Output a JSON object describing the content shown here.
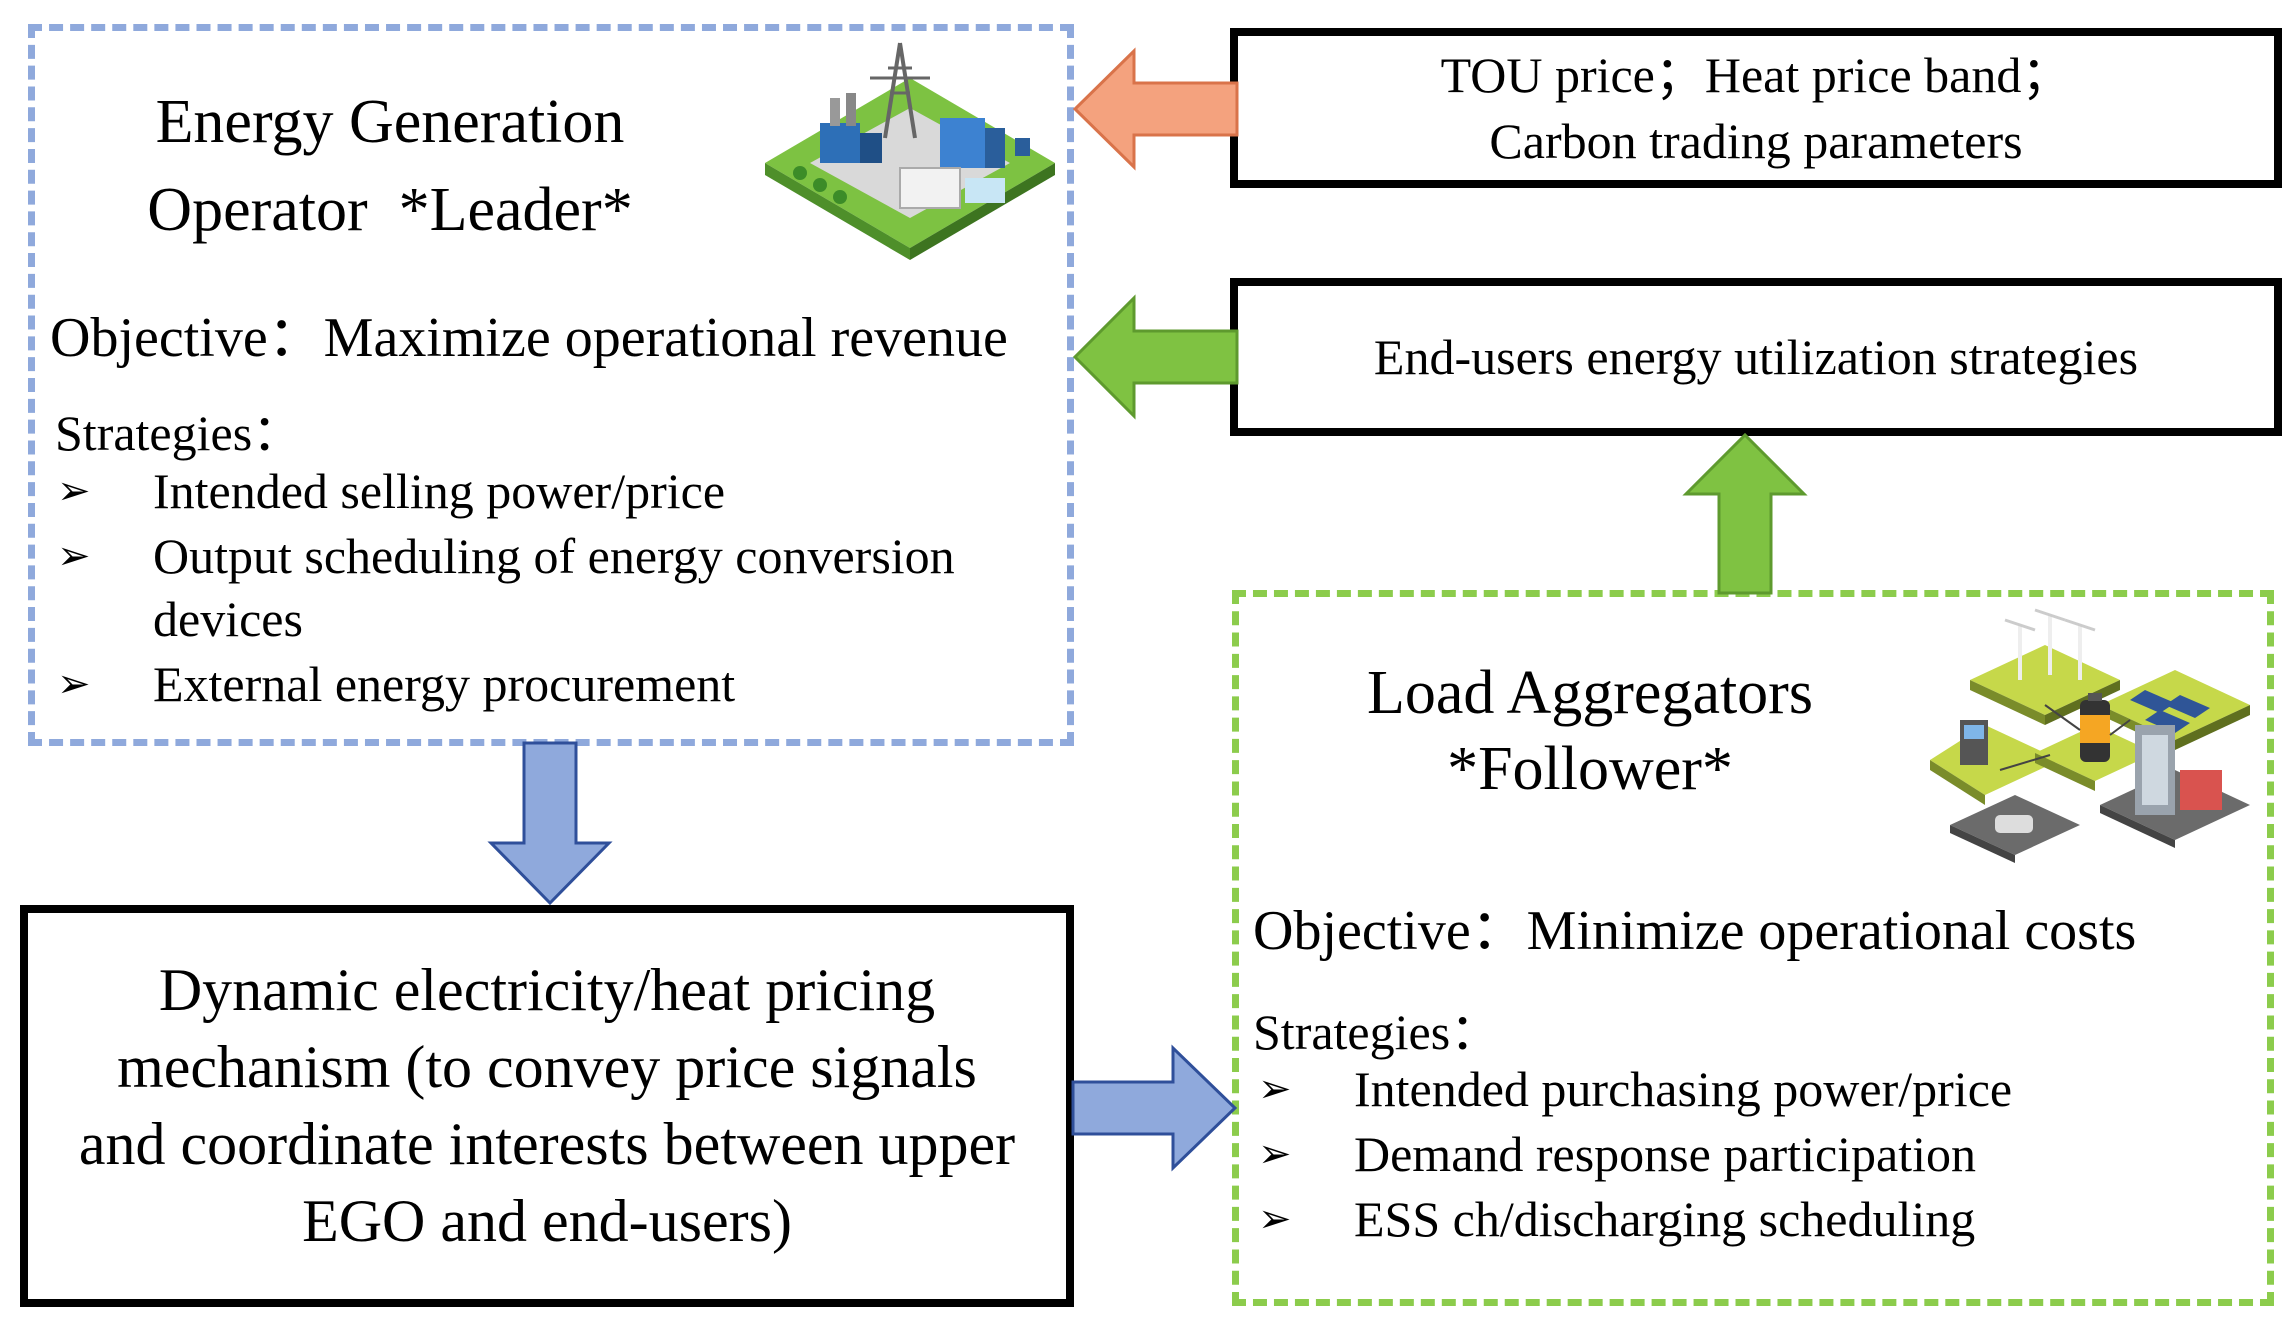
{
  "leader": {
    "title_line1": "Energy Generation",
    "title_line2": "Operator  *Leader*",
    "objective": "Objective：Maximize operational revenue",
    "strategies_heading": "Strategies：",
    "bullet_marker": "➢",
    "strategies": [
      "Intended selling power/price",
      "Output scheduling of energy conversion",
      "devices",
      "External energy procurement"
    ]
  },
  "follower": {
    "title_line1": "Load Aggregators",
    "title_line2": "*Follower*",
    "objective": "Objective：Minimize operational costs",
    "strategies_heading": "Strategies：",
    "bullet_marker": "➢",
    "strategies": [
      "Intended purchasing power/price",
      "Demand response participation",
      "ESS ch/discharging scheduling"
    ]
  },
  "price_box": {
    "line1": "TOU price；Heat price band；",
    "line2": "Carbon trading parameters"
  },
  "strategy_box": {
    "text": "End-users energy utilization strategies"
  },
  "mechanism_box": {
    "line1": "Dynamic electricity/heat pricing",
    "line2": "mechanism (to convey price signals",
    "line3": "and coordinate interests between upper",
    "line4": "EGO and end-users)"
  },
  "colors": {
    "leader_border": "#8fa9dc",
    "follower_border": "#8ccc4c",
    "price_arrow": "#f4a27e",
    "green_arrow": "#7fc242",
    "blue_arrow": "#8fa9dc"
  },
  "icons": {
    "leader": "power-plant-icon",
    "follower": "smart-grid-icon"
  }
}
